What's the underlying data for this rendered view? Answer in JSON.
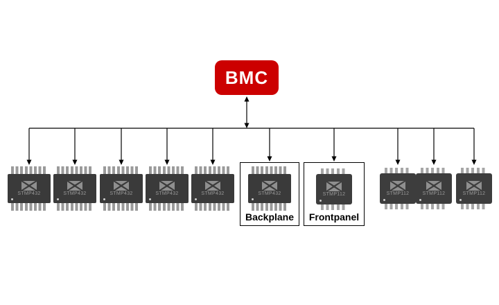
{
  "diagram": {
    "bmc": {
      "label": "BMC"
    },
    "colors": {
      "bmc_bg": "#cc0000",
      "bmc_text": "#ffffff",
      "chip_body": "#3a3a3a",
      "pin": "#9a9a9a",
      "line": "#000000"
    },
    "chips": [
      {
        "label": "STMP432"
      },
      {
        "label": "STMP432"
      },
      {
        "label": "STMP432"
      },
      {
        "label": "STMP432"
      },
      {
        "label": "STMP432"
      },
      {
        "label": "STMP432",
        "group": "Backplane"
      },
      {
        "label": "STMP112",
        "group": "Frontpanel"
      },
      {
        "label": "STMP112"
      },
      {
        "label": "STMP112"
      },
      {
        "label": "STMP112"
      }
    ],
    "groups": {
      "backplane_label": "Backplane",
      "frontpanel_label": "Frontpanel"
    }
  }
}
